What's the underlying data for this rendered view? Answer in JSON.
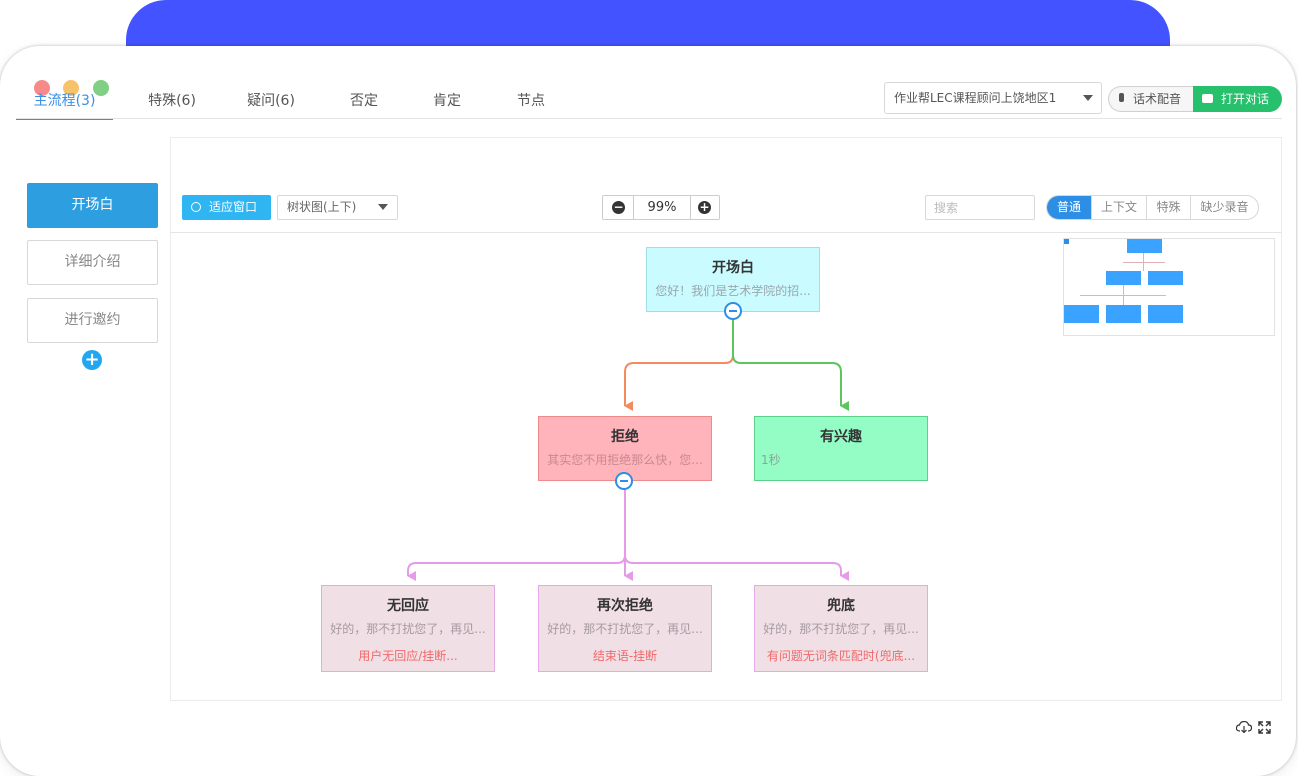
{
  "tabs": [
    {
      "label": "主流程(3)",
      "active": true
    },
    {
      "label": "特殊(6)",
      "active": false
    },
    {
      "label": "疑问(6)",
      "active": false
    },
    {
      "label": "否定",
      "active": false
    },
    {
      "label": "肯定",
      "active": false
    },
    {
      "label": "节点",
      "active": false
    }
  ],
  "header": {
    "project_select": "作业帮LEC课程顾问上饶地区1",
    "voice_label": "话术配音",
    "chat_label": "打开对话"
  },
  "sidebar": {
    "items": [
      {
        "label": "开场白",
        "active": true
      },
      {
        "label": "详细介绍",
        "active": false
      },
      {
        "label": "进行邀约",
        "active": false
      }
    ],
    "add_label": "+"
  },
  "toolbar": {
    "fit_label": "适应窗口",
    "layout_select": "树状图(上下)",
    "zoom_out": "−",
    "zoom_value": "99%",
    "zoom_in": "+",
    "search_placeholder": "搜索",
    "view_modes": [
      {
        "label": "普通",
        "active": true
      },
      {
        "label": "上下文",
        "active": false
      },
      {
        "label": "特殊",
        "active": false
      },
      {
        "label": "缺少录音",
        "active": false
      }
    ]
  },
  "nodes": {
    "root": {
      "title": "开场白",
      "sub": "您好！我们是艺术学院的招..."
    },
    "reject": {
      "title": "拒绝",
      "sub": "其实您不用拒绝那么快，您..."
    },
    "interested": {
      "title": "有兴趣",
      "sub": "1秒"
    },
    "no_response": {
      "title": "无回应",
      "sub": "好的，那不打扰您了，再见...",
      "action": "用户无回应/挂断..."
    },
    "reject_again": {
      "title": "再次拒绝",
      "sub": "好的，那不打扰您了，再见...",
      "action": "结束语-挂断"
    },
    "fallback": {
      "title": "兜底",
      "sub": "好的，那不打扰您了，再见...",
      "action": "有问题无词条匹配时(兜底..."
    }
  },
  "colors": {
    "accent": "#2d8ee6",
    "band": "#4353ff",
    "green": "#27c06c",
    "root_fill": "#c9fbff",
    "reject_fill": "#ffb3bb",
    "interest_fill": "#93fdc5",
    "leaf_fill": "#f1dfe6"
  }
}
